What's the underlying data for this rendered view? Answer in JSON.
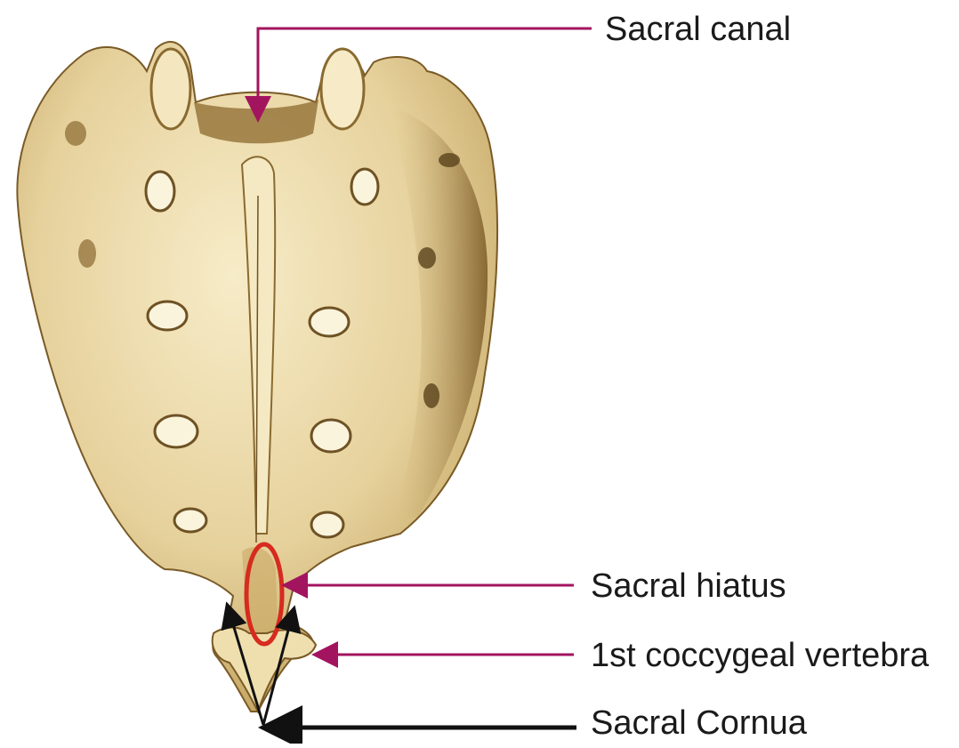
{
  "diagram": {
    "subject": "sacrum-posterior-view",
    "colors": {
      "bone_light": "#f3e6bd",
      "bone_mid": "#dcc48a",
      "bone_shadow": "#9a7a3c",
      "bone_dark": "#6e5224",
      "magenta_arrow": "#a3145f",
      "black_arrow": "#111111",
      "hiatus_outline": "#d62b1f"
    },
    "labels": {
      "sacral_canal": "Sacral canal",
      "sacral_hiatus": "Sacral hiatus",
      "first_coccygeal": "1st coccygeal vertebra",
      "sacral_cornua": "Sacral Cornua"
    }
  }
}
